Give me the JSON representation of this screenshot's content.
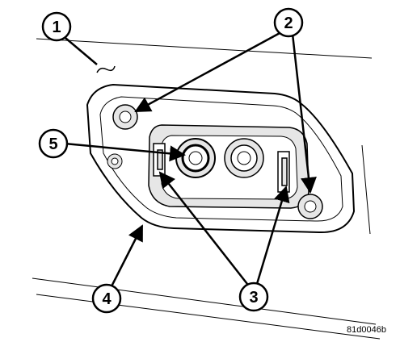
{
  "figure_id": "81d0046b",
  "callouts": [
    {
      "number": "1"
    },
    {
      "number": "2"
    },
    {
      "number": "5"
    },
    {
      "number": "4"
    },
    {
      "number": "3"
    }
  ],
  "colors": {
    "ink": "#000000",
    "background": "#ffffff",
    "shading": "#e6e6e6"
  }
}
